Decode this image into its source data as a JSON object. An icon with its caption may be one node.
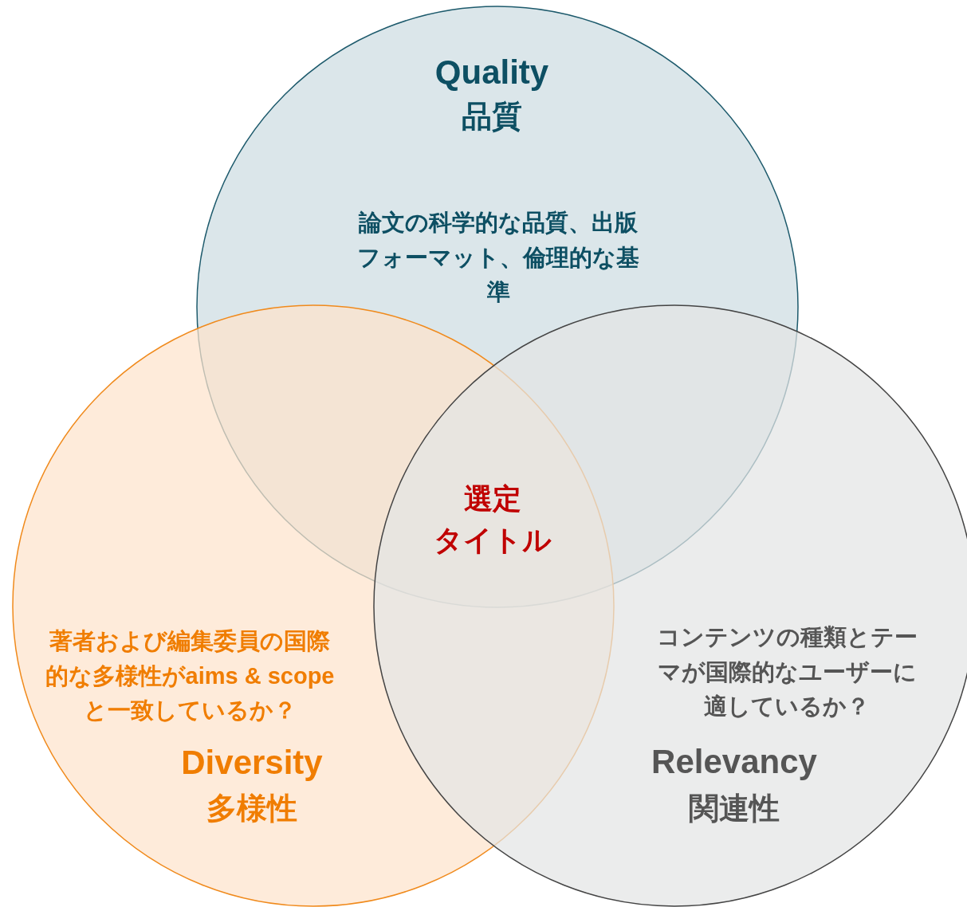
{
  "diagram": {
    "nodes": [
      {
        "text": [
          "Quality",
          "品質",
          "論文の科学的な品質、出版フォーマット、倫理的な基準"
        ]
      },
      {
        "text": [
          "著者および編集委員の国際的な多様性がaims & scopeと一致しているか？",
          "Diversity",
          "多様性"
        ]
      },
      {
        "text": [
          "コンテンツの種類とテーマが国際的なユーザーに適しているか？",
          "Relevancy",
          "関連性"
        ]
      }
    ],
    "labels": [
      "選定",
      "タイトル"
    ]
  }
}
